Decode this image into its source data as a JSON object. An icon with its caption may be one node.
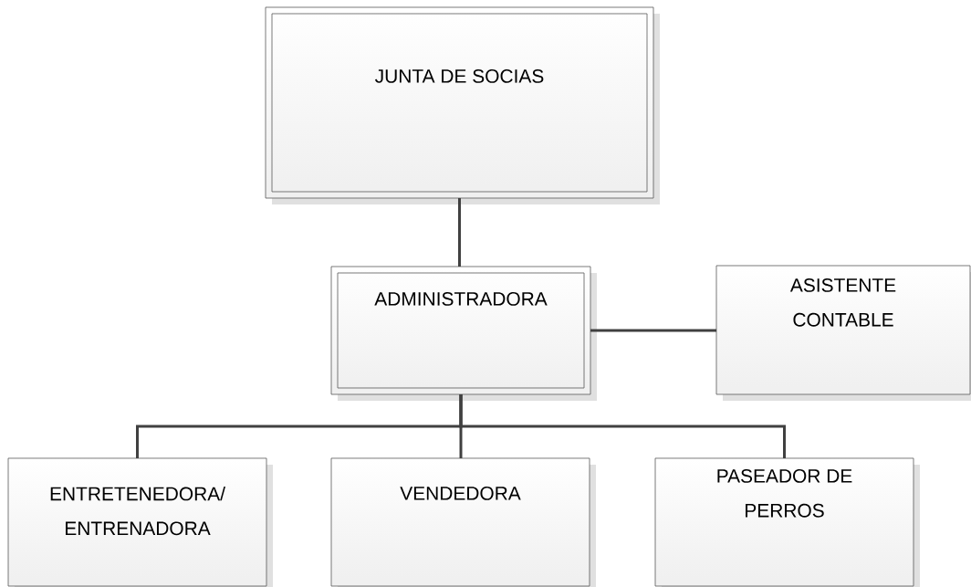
{
  "diagram": {
    "nodes": [
      {
        "text": [
          "JUNTA DE SOCIAS"
        ]
      },
      {
        "text": [
          "ADMINISTRADORA"
        ]
      },
      {
        "text": [
          "ASISTENTE CONTABLE"
        ]
      },
      {
        "text": [
          "ENTRETENEDORA/ ENTRENADORA"
        ]
      },
      {
        "text": [
          "VENDEDORA"
        ]
      },
      {
        "text": [
          "PASEADOR DE PERROS"
        ]
      }
    ],
    "edges": [
      {
        "from": 0,
        "to": 1,
        "arrow": "none"
      },
      {
        "from": 1,
        "to": 2,
        "arrow": "none"
      },
      {
        "from": 1,
        "to": 3,
        "arrow": "none"
      },
      {
        "from": 1,
        "to": 4,
        "arrow": "none"
      },
      {
        "from": 1,
        "to": 5,
        "arrow": "none"
      }
    ]
  }
}
